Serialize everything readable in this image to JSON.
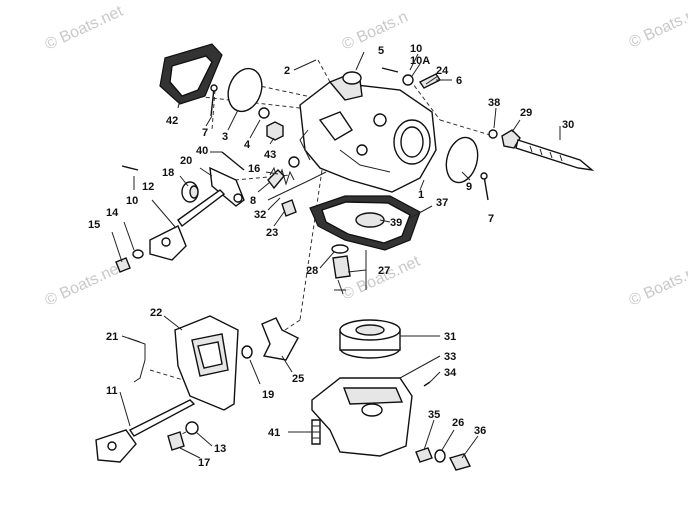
{
  "watermark": {
    "text": "© Boats.net",
    "text_partial": "© Boats.n"
  },
  "labels": [
    {
      "id": "1",
      "text": "1"
    },
    {
      "id": "2",
      "text": "2"
    },
    {
      "id": "3",
      "text": "3"
    },
    {
      "id": "4",
      "text": "4"
    },
    {
      "id": "5",
      "text": "5"
    },
    {
      "id": "6",
      "text": "6"
    },
    {
      "id": "7a",
      "text": "7"
    },
    {
      "id": "7b",
      "text": "7"
    },
    {
      "id": "8",
      "text": "8"
    },
    {
      "id": "9",
      "text": "9"
    },
    {
      "id": "10a",
      "text": "10"
    },
    {
      "id": "10b",
      "text": "10"
    },
    {
      "id": "10A",
      "text": "10A"
    },
    {
      "id": "11",
      "text": "11"
    },
    {
      "id": "12",
      "text": "12"
    },
    {
      "id": "13",
      "text": "13"
    },
    {
      "id": "14",
      "text": "14"
    },
    {
      "id": "15",
      "text": "15"
    },
    {
      "id": "16",
      "text": "16"
    },
    {
      "id": "17",
      "text": "17"
    },
    {
      "id": "18",
      "text": "18"
    },
    {
      "id": "19",
      "text": "19"
    },
    {
      "id": "20",
      "text": "20"
    },
    {
      "id": "21",
      "text": "21"
    },
    {
      "id": "22",
      "text": "22"
    },
    {
      "id": "23",
      "text": "23"
    },
    {
      "id": "24",
      "text": "24"
    },
    {
      "id": "25",
      "text": "25"
    },
    {
      "id": "26",
      "text": "26"
    },
    {
      "id": "27",
      "text": "27"
    },
    {
      "id": "28",
      "text": "28"
    },
    {
      "id": "29",
      "text": "29"
    },
    {
      "id": "30",
      "text": "30"
    },
    {
      "id": "31",
      "text": "31"
    },
    {
      "id": "32",
      "text": "32"
    },
    {
      "id": "33",
      "text": "33"
    },
    {
      "id": "34",
      "text": "34"
    },
    {
      "id": "35",
      "text": "35"
    },
    {
      "id": "36",
      "text": "36"
    },
    {
      "id": "37",
      "text": "37"
    },
    {
      "id": "38",
      "text": "38"
    },
    {
      "id": "39",
      "text": "39"
    },
    {
      "id": "40",
      "text": "40"
    },
    {
      "id": "41",
      "text": "41"
    },
    {
      "id": "42",
      "text": "42"
    },
    {
      "id": "43",
      "text": "43"
    }
  ]
}
